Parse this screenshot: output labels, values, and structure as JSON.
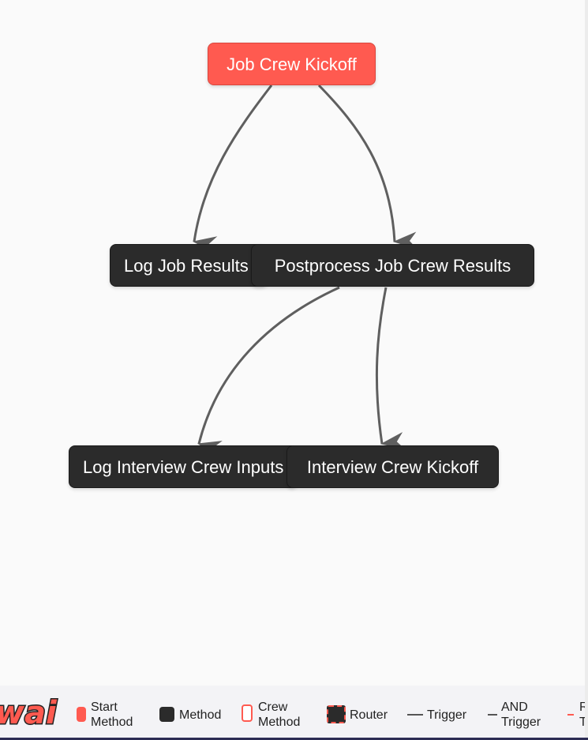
{
  "nodes": {
    "job_crew_kickoff": "Job Crew Kickoff",
    "log_job_results": "Log Job Results",
    "postprocess_job_crew_results": "Postprocess Job Crew Results",
    "log_interview_crew_inputs": "Log Interview Crew Inputs",
    "interview_crew_kickoff": "Interview Crew Kickoff"
  },
  "legend": {
    "logo_text": "wai",
    "start_method_line1": "Start",
    "start_method_line2": "Method",
    "method": "Method",
    "crew_method_line1": "Crew",
    "crew_method_line2": "Method",
    "router": "Router",
    "trigger": "Trigger",
    "and_trigger_line1": "AND",
    "and_trigger_line2": "Trigger",
    "router_trigger_line1": "R",
    "router_trigger_line2": "T"
  },
  "colors": {
    "start": "#ff5a50",
    "method": "#2b2b2b",
    "edge": "#5f5f5f",
    "router_border": "#ff5a50"
  }
}
